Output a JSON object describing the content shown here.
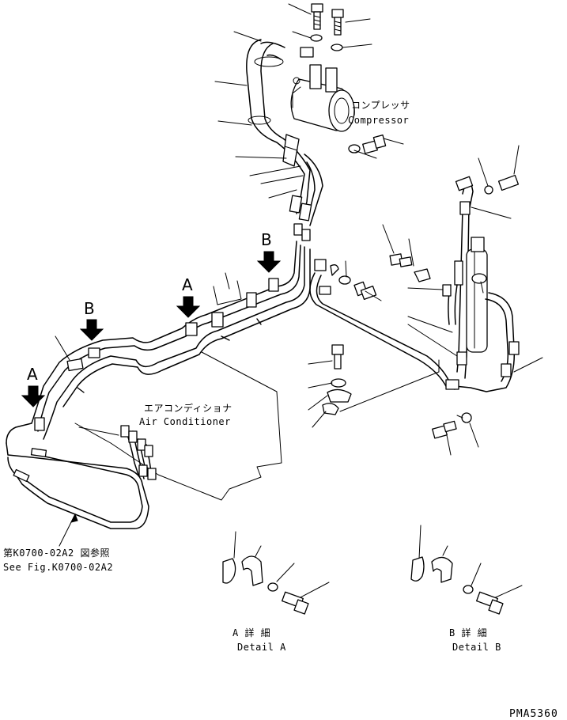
{
  "labels": {
    "compressor_jp": "コンプレッサ",
    "compressor_en": "Compressor",
    "aircon_jp": "エアコンディショナ",
    "aircon_en": "Air Conditioner",
    "see_fig_jp": "第K0700-02A2 図参照",
    "see_fig_en": "See Fig.K0700-02A2",
    "detail_a_jp": "A 詳 細",
    "detail_a_en": "Detail A",
    "detail_b_jp": "B 詳 細",
    "detail_b_en": "Detail B",
    "drawing_code": "PMA5360"
  },
  "arrows": {
    "a_left": "A",
    "b_left": "B",
    "a_mid": "A",
    "b_right": "B"
  }
}
